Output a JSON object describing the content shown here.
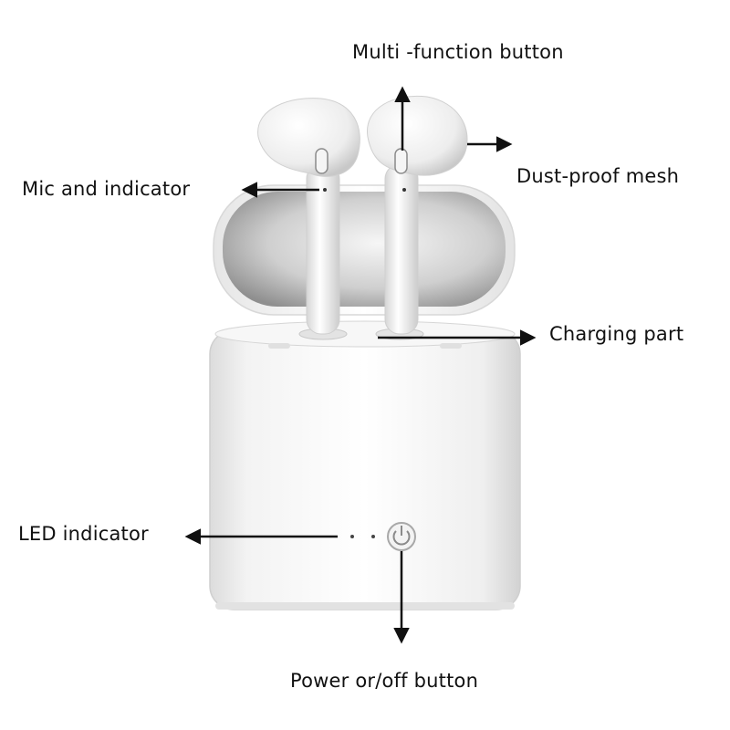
{
  "labels": {
    "multi_function": "Multi -function button",
    "dust_proof": "Dust-proof mesh",
    "mic_indicator": "Mic and indicator",
    "charging_part": "Charging part",
    "led_indicator": "LED indicator",
    "power_button": "Power or/off button"
  },
  "colors": {
    "arrow": "#111111",
    "case": "#f4f4f4",
    "case_shadow": "#bdbdbd"
  },
  "icons": [
    "power-icon"
  ]
}
